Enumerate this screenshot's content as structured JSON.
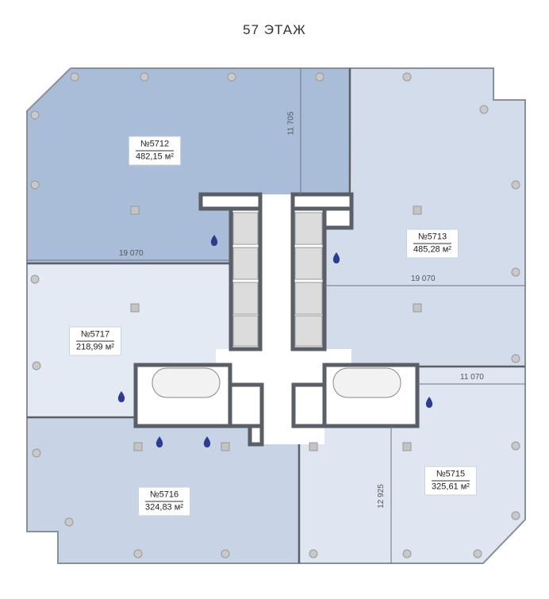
{
  "title": "57 ЭТАЖ",
  "units": [
    {
      "id": "№5712",
      "area": "482,15 м²",
      "color": "#aabdd8"
    },
    {
      "id": "№5713",
      "area": "485,28 м²",
      "color": "#d2dcea"
    },
    {
      "id": "№5717",
      "area": "218,99 м²",
      "color": "#e4eaf4"
    },
    {
      "id": "№5716",
      "area": "324,83 м²",
      "color": "#c8d4e6"
    },
    {
      "id": "№5715",
      "area": "325,61 м²",
      "color": "#dfe6f1"
    }
  ],
  "dimensions": [
    "11 705",
    "19 070",
    "19 070",
    "11 070",
    "12 925"
  ],
  "colors": {
    "wall": "#5a5e66",
    "drop": "#2c3c8e",
    "column": "#c9c9c9"
  }
}
